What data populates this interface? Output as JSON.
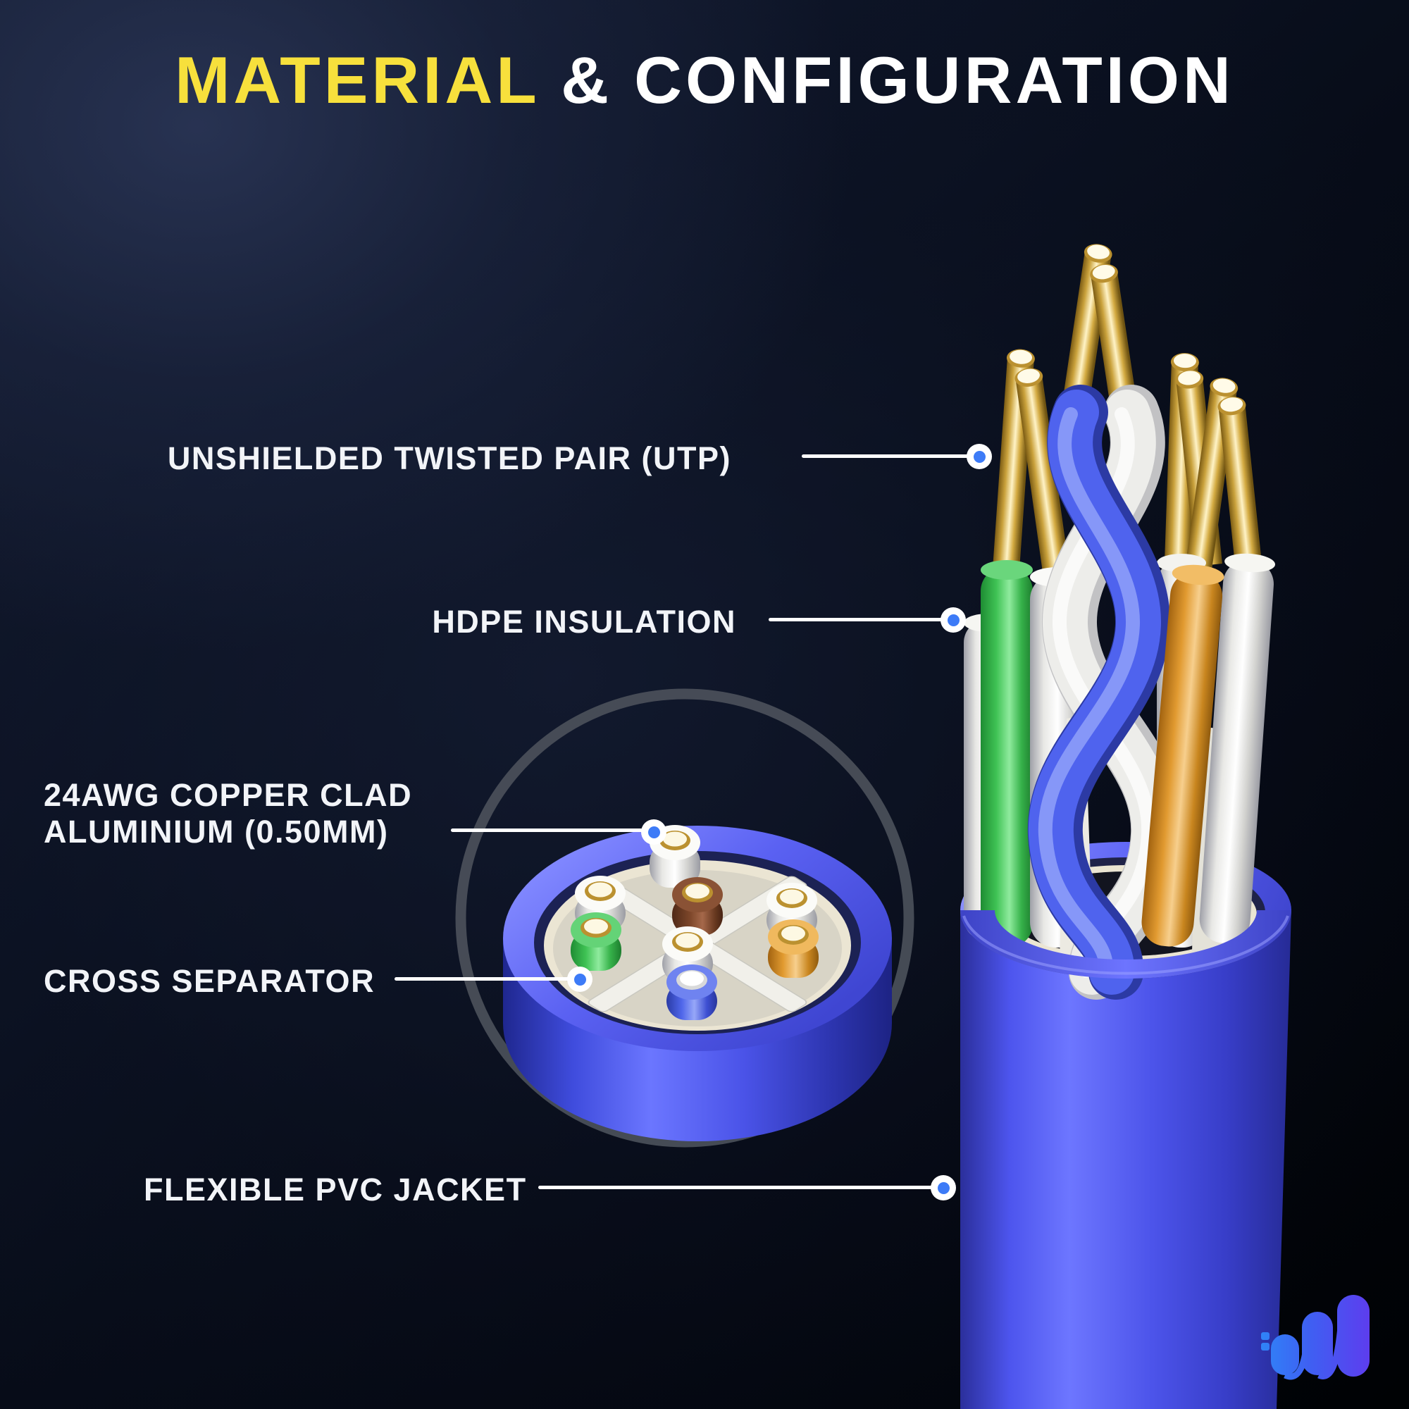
{
  "title": {
    "highlight": "MATERIAL",
    "rest": " & CONFIGURATION"
  },
  "labels": {
    "utp": {
      "text": "UNSHIELDED TWISTED PAIR (UTP)"
    },
    "hdpe": {
      "text": "HDPE INSULATION"
    },
    "copper": {
      "line1": "24AWG COPPER CLAD",
      "line2": "ALUMINIUM (0.50MM)"
    },
    "separator": {
      "text": "CROSS SEPARATOR"
    },
    "jacket": {
      "text": "FLEXIBLE PVC JACKET"
    }
  },
  "colors": {
    "title_highlight": "#F7E03C",
    "title_rest": "#FFFFFF",
    "label_text": "#F2F4F8",
    "leader_line": "#FFFFFF",
    "leader_dot_blue": "#3D7BF7",
    "background_navy": "#0B1222",
    "jacket_blue": "#4C54EA",
    "hdpe_white": "#EFEEE9",
    "wire_green": "#3FC254",
    "wire_orange": "#E19A30",
    "wire_brown": "#7C4629",
    "wire_blue": "#4F66EA",
    "copper_gold": "#D9B545",
    "separator_white": "#F1F0EA",
    "lining_cream": "#EBE5D3",
    "ring_gray": "#4B505A",
    "logo_gradient_start": "#2E86F8",
    "logo_gradient_end": "#5F3BEE"
  },
  "icons": {
    "brand_logo": "wave-bars-logo"
  }
}
